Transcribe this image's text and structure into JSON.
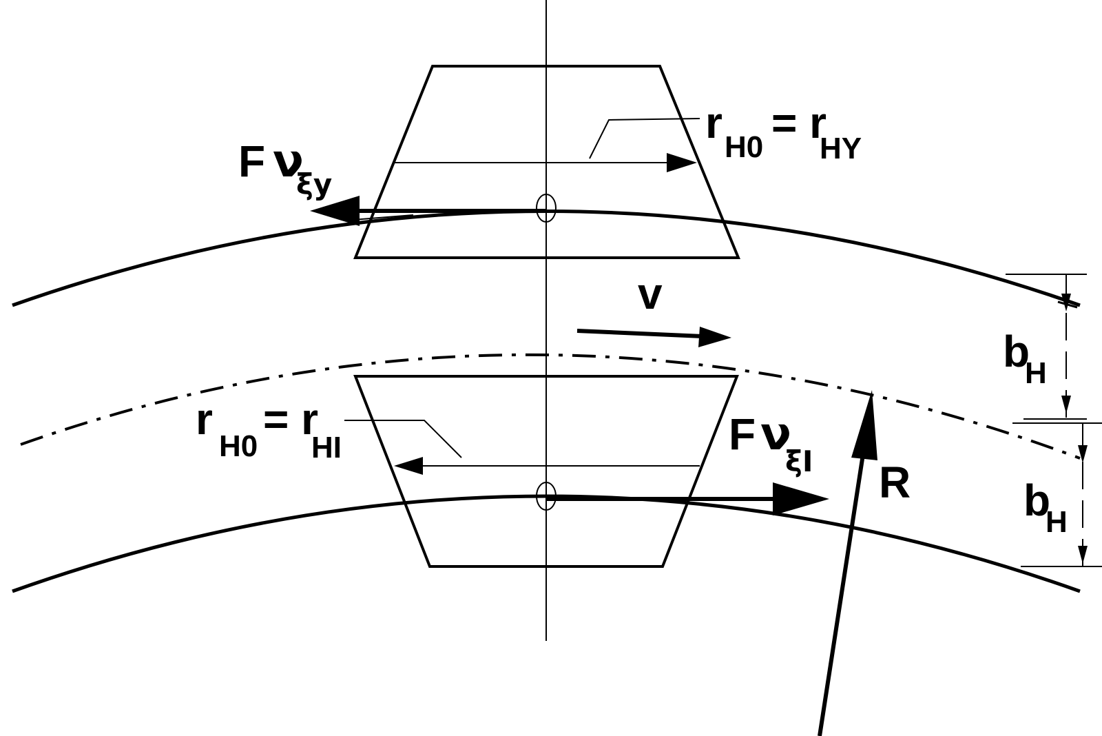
{
  "colors": {
    "ink": "#000000",
    "background": "#ffffff"
  },
  "labels": {
    "top_radius": {
      "main": "r",
      "sub": "H0",
      "eq": "= r",
      "sub2": "HY"
    },
    "bottom_radius": {
      "main": "r",
      "sub": "H0",
      "eq": "= r",
      "sub2": "HI"
    },
    "force_top": {
      "main": "F",
      "nu": "ν",
      "sub": "ξy"
    },
    "force_bottom": {
      "main": "F",
      "nu": "ν",
      "sub": "ξI"
    },
    "velocity": "v",
    "radius": "R",
    "width_top": {
      "main": "b",
      "sub": "H"
    },
    "width_bottom": {
      "main": "b",
      "sub": "H"
    }
  }
}
